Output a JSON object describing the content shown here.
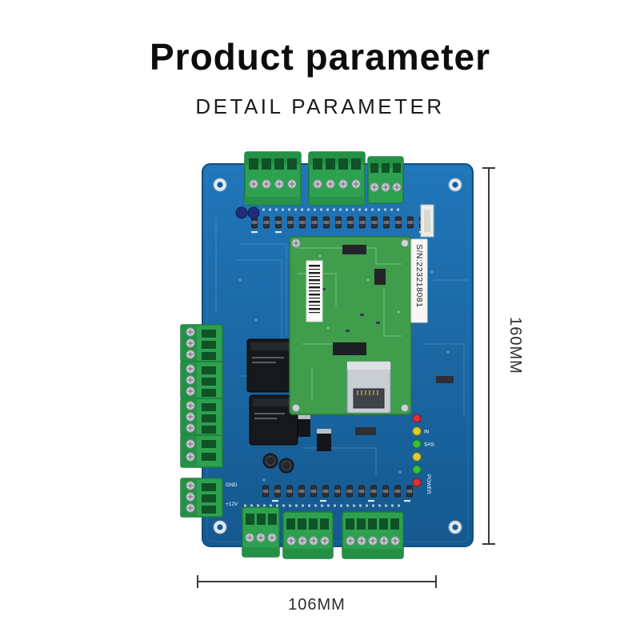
{
  "header": {
    "title": "Product parameter",
    "subtitle": "DETAIL PARAMETER"
  },
  "figure": {
    "serial": "S/N:223218081",
    "dimensions": {
      "height": "160MM",
      "width": "106MM"
    },
    "silkscreen": {
      "led_in": "IN",
      "led_sas": "SAS",
      "power": "POWER",
      "gnd": "GND",
      "v12": "+12V"
    },
    "colors": {
      "board_blue": "#1b6cb0",
      "module_green": "#3f9d4b",
      "terminal_green": "#2da14f",
      "led_red": "#e03030",
      "led_yellow": "#e3cf2a",
      "led_green": "#38c23a"
    }
  }
}
